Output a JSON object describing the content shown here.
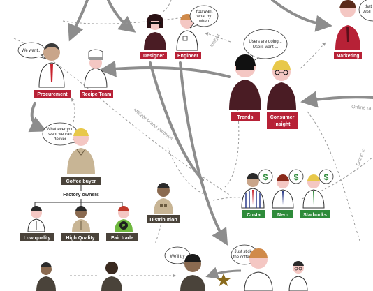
{
  "labels": {
    "designer": "Designer",
    "engineer": "Engineer",
    "marketing": "Marketing",
    "procurement": "Procurement",
    "recipe_team": "Recipe Team",
    "trends": "Trends",
    "consumer_insight_1": "Consumer",
    "consumer_insight_2": "Insight",
    "coffee_buyer": "Coffee buyer",
    "factory_owners": "Factory owners",
    "low_quality": "Low quality",
    "high_quality": "High Quality",
    "fair_trade": "Fair trade",
    "distribution": "Distribution",
    "costa": "Costa",
    "nero": "Nero",
    "starbucks": "Starbucks"
  },
  "bubbles": {
    "engineer_1": "You want",
    "engineer_2": "what by",
    "engineer_3": "when",
    "marketing_1": "that",
    "marketing_2": "Well",
    "procurement": "We want...",
    "users_1": "Users are doing...",
    "users_2": "Users want ...",
    "buyer_1": "What ever you",
    "buyer_2": "want we can",
    "buyer_3": "deliver",
    "welltry": "We'll try",
    "stick_1": "Just stick",
    "stick_2": "the coffee in"
  },
  "arrow_labels": {
    "insight": "Insight",
    "affiliate": "Affiliate brand partners",
    "online": "Online ra",
    "brand": "Brand lo"
  },
  "symbols": {
    "dollar": "$",
    "fairtrade": "F"
  },
  "colors": {
    "label_red": "#b72136",
    "label_dark": "#4a433a",
    "label_green": "#2e8b3a",
    "arrow_grey": "#8d8d8d",
    "dashed_grey": "#9a9a9a",
    "star": "#8a6a1c"
  }
}
